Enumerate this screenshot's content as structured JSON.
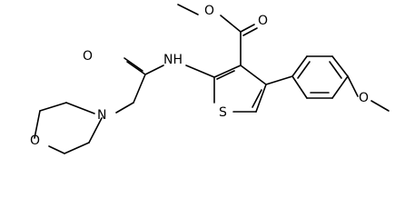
{
  "structure": {
    "atoms": {
      "ester_o_double": "O",
      "ester_o_single": "O",
      "amide_nh": "NH",
      "amide_o": "O",
      "thiophene_s": "S",
      "morpholine_n": "N",
      "morpholine_o": "O",
      "methoxy_o": "O"
    }
  }
}
